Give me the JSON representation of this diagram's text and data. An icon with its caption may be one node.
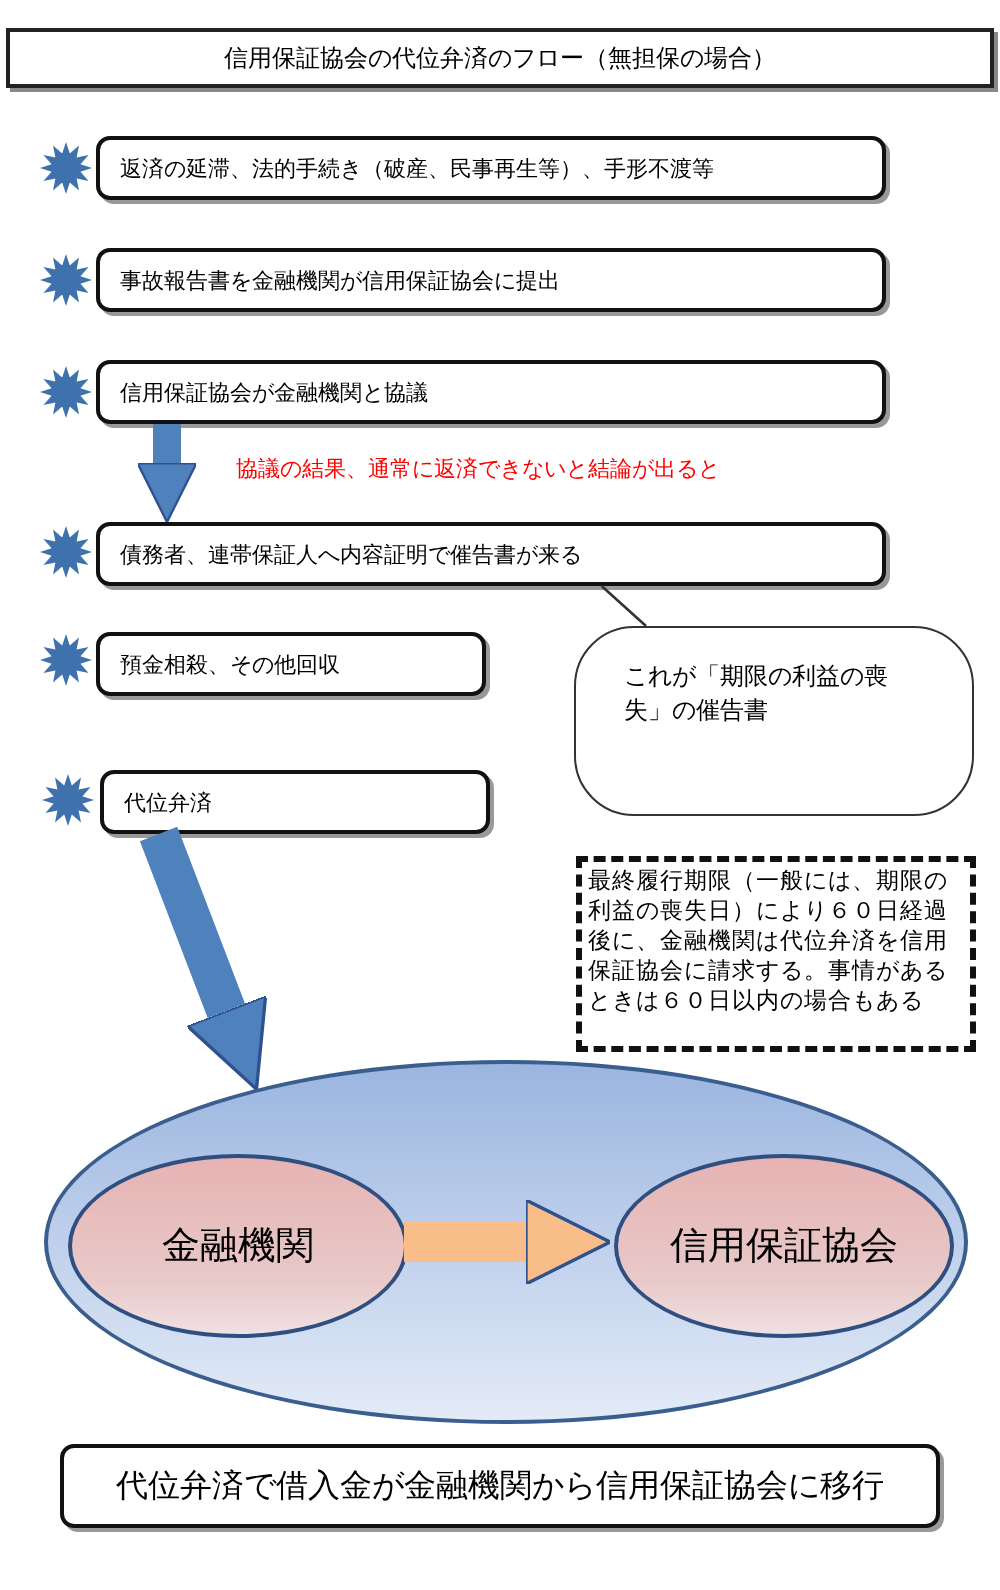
{
  "diagram": {
    "title": "信用保証協会の代位弁済のフロー（無担保の場合）",
    "nodes": [
      {
        "text": [
          "返済の延滞、法的手続き（破産、民事再生等）、手形不渡等"
        ]
      },
      {
        "text": [
          "事故報告書を金融機関が信用保証協会に提出"
        ]
      },
      {
        "text": [
          "信用保証協会が金融機関と協議"
        ]
      },
      {
        "text": [
          "債務者、連帯保証人へ内容証明で催告書が来る"
        ]
      },
      {
        "text": [
          "預金相殺、その他回収"
        ]
      },
      {
        "text": [
          "代位弁済"
        ]
      },
      {
        "text": [
          "これが「期限の利益の喪失」の催告書"
        ]
      },
      {
        "text": [
          "最終履行期限（一般には、期限の利益の喪失日）により６０日経過後に、金融機関は代位弁済を信用保証協会に請求する。事情があるときは６０日以内の場合もある"
        ]
      },
      {
        "text": [],
        "shape": "ellipse"
      },
      {
        "text": [
          "金融機関"
        ],
        "in": 8
      },
      {
        "text": [
          "信用保証協会"
        ],
        "in": 8
      },
      {
        "text": [
          "代位弁済で借入金が金融機関から信用保証協会に移行"
        ]
      }
    ],
    "edges": [
      {
        "from": 2,
        "to": 3,
        "arrow": "to",
        "label": "協議の結果、通常に返済できないと結論が出ると"
      },
      {
        "from": 6,
        "to": 3,
        "arrow": "none",
        "color": "#333333"
      },
      {
        "from": 5,
        "to": 8,
        "arrow": "to"
      },
      {
        "from": 9,
        "to": 10,
        "arrow": "to",
        "color": "#f9bd8a"
      }
    ]
  }
}
